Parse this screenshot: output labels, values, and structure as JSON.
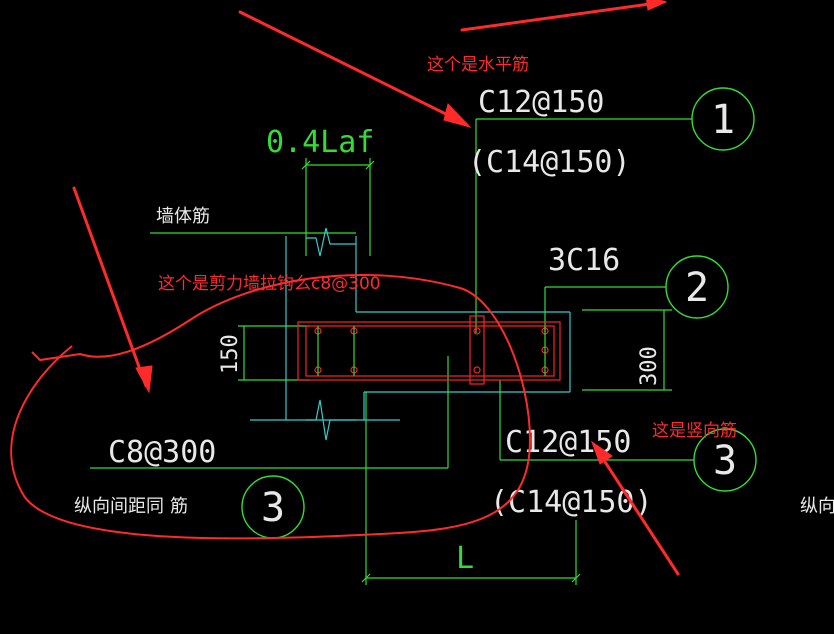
{
  "colors": {
    "background": "#000000",
    "line_green": "#33dd33",
    "line_cyan": "#33cccc",
    "line_red": "#ff2222",
    "text_white": "#e8e8e8",
    "annotation_red": "#ff2a2a"
  },
  "labels": {
    "horizontal_bar_main": "C12@150",
    "horizontal_bar_alt": "(C14@150)",
    "anchor_length": "0.4Laf",
    "wall_rebar": "墙体筋",
    "top_bars": "3C16",
    "dim_150": "150",
    "dim_300": "300",
    "tie_bar": "C8@300",
    "longitudinal_spacing_left": "纵向间距同",
    "longitudinal_spacing_left_tail": "筋",
    "longitudinal_spacing_right": "纵向间",
    "vertical_bar_main": "C12@150",
    "vertical_bar_alt": "(C14@150)",
    "dim_L": "L"
  },
  "markers": {
    "m1": "1",
    "m2": "2",
    "m3_right": "3",
    "m3_left": "3"
  },
  "annotations": {
    "horizontal_note": "这个是水平筋",
    "tie_note": "这个是剪力墙拉钩么c8@300",
    "vertical_note": "这是竖向筋"
  }
}
